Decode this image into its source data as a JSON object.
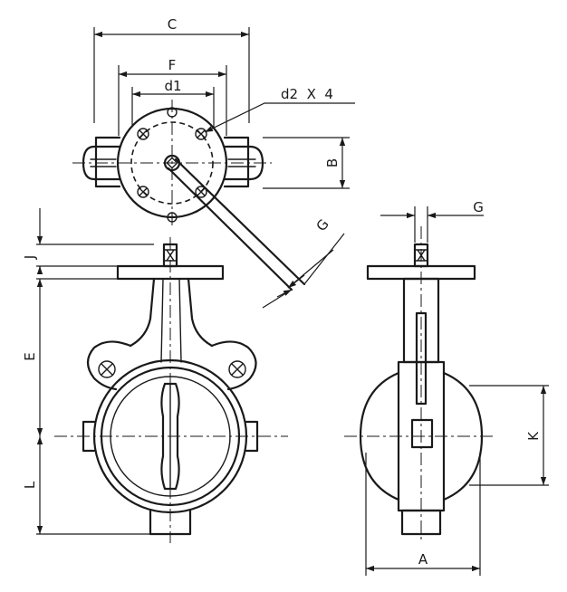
{
  "labels": {
    "C": "C",
    "F": "F",
    "d1": "d1",
    "d2x4": "d2  X  4",
    "B": "B",
    "G_handle": "G",
    "G_side": "G",
    "J": "J",
    "E": "E",
    "L": "L",
    "A": "A",
    "K": "K"
  }
}
